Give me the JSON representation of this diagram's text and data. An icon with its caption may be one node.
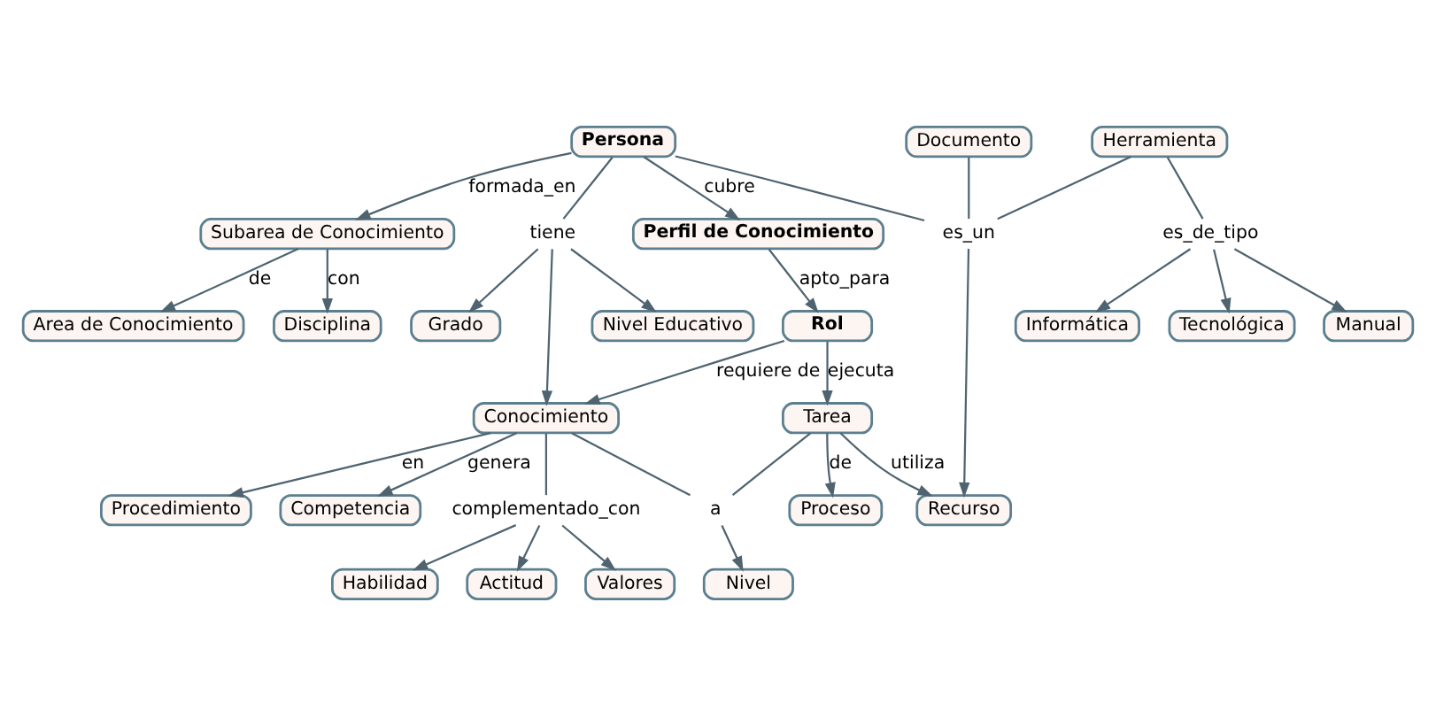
{
  "diagram": {
    "nodes": [
      {
        "text": [
          "Perfil de Conocimiento"
        ]
      },
      {
        "text": [
          "Proceso"
        ]
      },
      {
        "text": [
          "Recurso"
        ]
      },
      {
        "text": [
          "Tarea"
        ]
      },
      {
        "text": [
          "Rol"
        ]
      },
      {
        "text": [
          "Persona"
        ]
      },
      {
        "text": [
          "Herramienta"
        ]
      },
      {
        "text": [
          "Documento"
        ]
      },
      {
        "text": [
          "Nivel"
        ]
      },
      {
        "text": [
          "Manual"
        ]
      },
      {
        "text": [
          "Informática"
        ]
      },
      {
        "text": [
          "Conocimiento"
        ]
      },
      {
        "text": [
          "Competencia"
        ]
      },
      {
        "text": [
          "Tecnológica"
        ]
      },
      {
        "text": [
          "Subarea de Conocimiento"
        ]
      },
      {
        "text": [
          "Procedimiento"
        ]
      },
      {
        "text": [
          "Habilidad"
        ]
      },
      {
        "text": [
          "Actitud"
        ]
      },
      {
        "text": [
          "Valores"
        ]
      },
      {
        "text": [
          "Area de Conocimiento"
        ]
      },
      {
        "text": [
          "Disciplina"
        ]
      },
      {
        "text": [
          "Nivel Educativo"
        ]
      },
      {
        "text": [
          "Grado"
        ]
      },
      {
        "text": [
          "es_un"
        ]
      },
      {
        "text": [
          "es_de_tipo"
        ]
      },
      {
        "text": [
          "a"
        ]
      },
      {
        "text": [
          "tiene"
        ]
      },
      {
        "text": [
          "complementado_con"
        ]
      }
    ],
    "edges": [
      {
        "from": 5,
        "to": 0,
        "arrow": "to",
        "label": "cubre"
      },
      {
        "from": 0,
        "to": 4,
        "arrow": "to",
        "label": "apto_para"
      },
      {
        "from": 3,
        "to": 1,
        "arrow": "to",
        "label": "de"
      },
      {
        "from": 3,
        "to": 2,
        "arrow": "to",
        "label": "utiliza"
      },
      {
        "from": 4,
        "to": 3,
        "arrow": "to",
        "label": "ejecuta"
      },
      {
        "from": 5,
        "to": 23,
        "arrow": "none"
      },
      {
        "from": 6,
        "to": 23,
        "arrow": "none"
      },
      {
        "from": 7,
        "to": 23,
        "arrow": "none"
      },
      {
        "from": 23,
        "to": 2,
        "arrow": "to"
      },
      {
        "from": 3,
        "to": 25,
        "arrow": "none"
      },
      {
        "from": 11,
        "to": 25,
        "arrow": "none"
      },
      {
        "from": 25,
        "to": 8,
        "arrow": "to"
      },
      {
        "from": 4,
        "to": 11,
        "arrow": "to",
        "label": "requiere de"
      },
      {
        "from": 6,
        "to": 24,
        "arrow": "none"
      },
      {
        "from": 24,
        "to": 9,
        "arrow": "to"
      },
      {
        "from": 24,
        "to": 13,
        "arrow": "to"
      },
      {
        "from": 24,
        "to": 10,
        "arrow": "to"
      },
      {
        "from": 11,
        "to": 12,
        "arrow": "to",
        "label": "genera"
      },
      {
        "from": 5,
        "to": 14,
        "arrow": "to",
        "label": "formada_en"
      },
      {
        "from": 5,
        "to": 26,
        "arrow": "none"
      },
      {
        "from": 26,
        "to": 11,
        "arrow": "to"
      },
      {
        "from": 26,
        "to": 21,
        "arrow": "to"
      },
      {
        "from": 26,
        "to": 22,
        "arrow": "to"
      },
      {
        "from": 11,
        "to": 15,
        "arrow": "to",
        "label": "en"
      },
      {
        "from": 11,
        "to": 27,
        "arrow": "none"
      },
      {
        "from": 27,
        "to": 16,
        "arrow": "to"
      },
      {
        "from": 27,
        "to": 18,
        "arrow": "to"
      },
      {
        "from": 27,
        "to": 17,
        "arrow": "to"
      },
      {
        "from": 14,
        "to": 19,
        "arrow": "to",
        "label": "de"
      },
      {
        "from": 14,
        "to": 20,
        "arrow": "to",
        "label": "con"
      }
    ]
  }
}
